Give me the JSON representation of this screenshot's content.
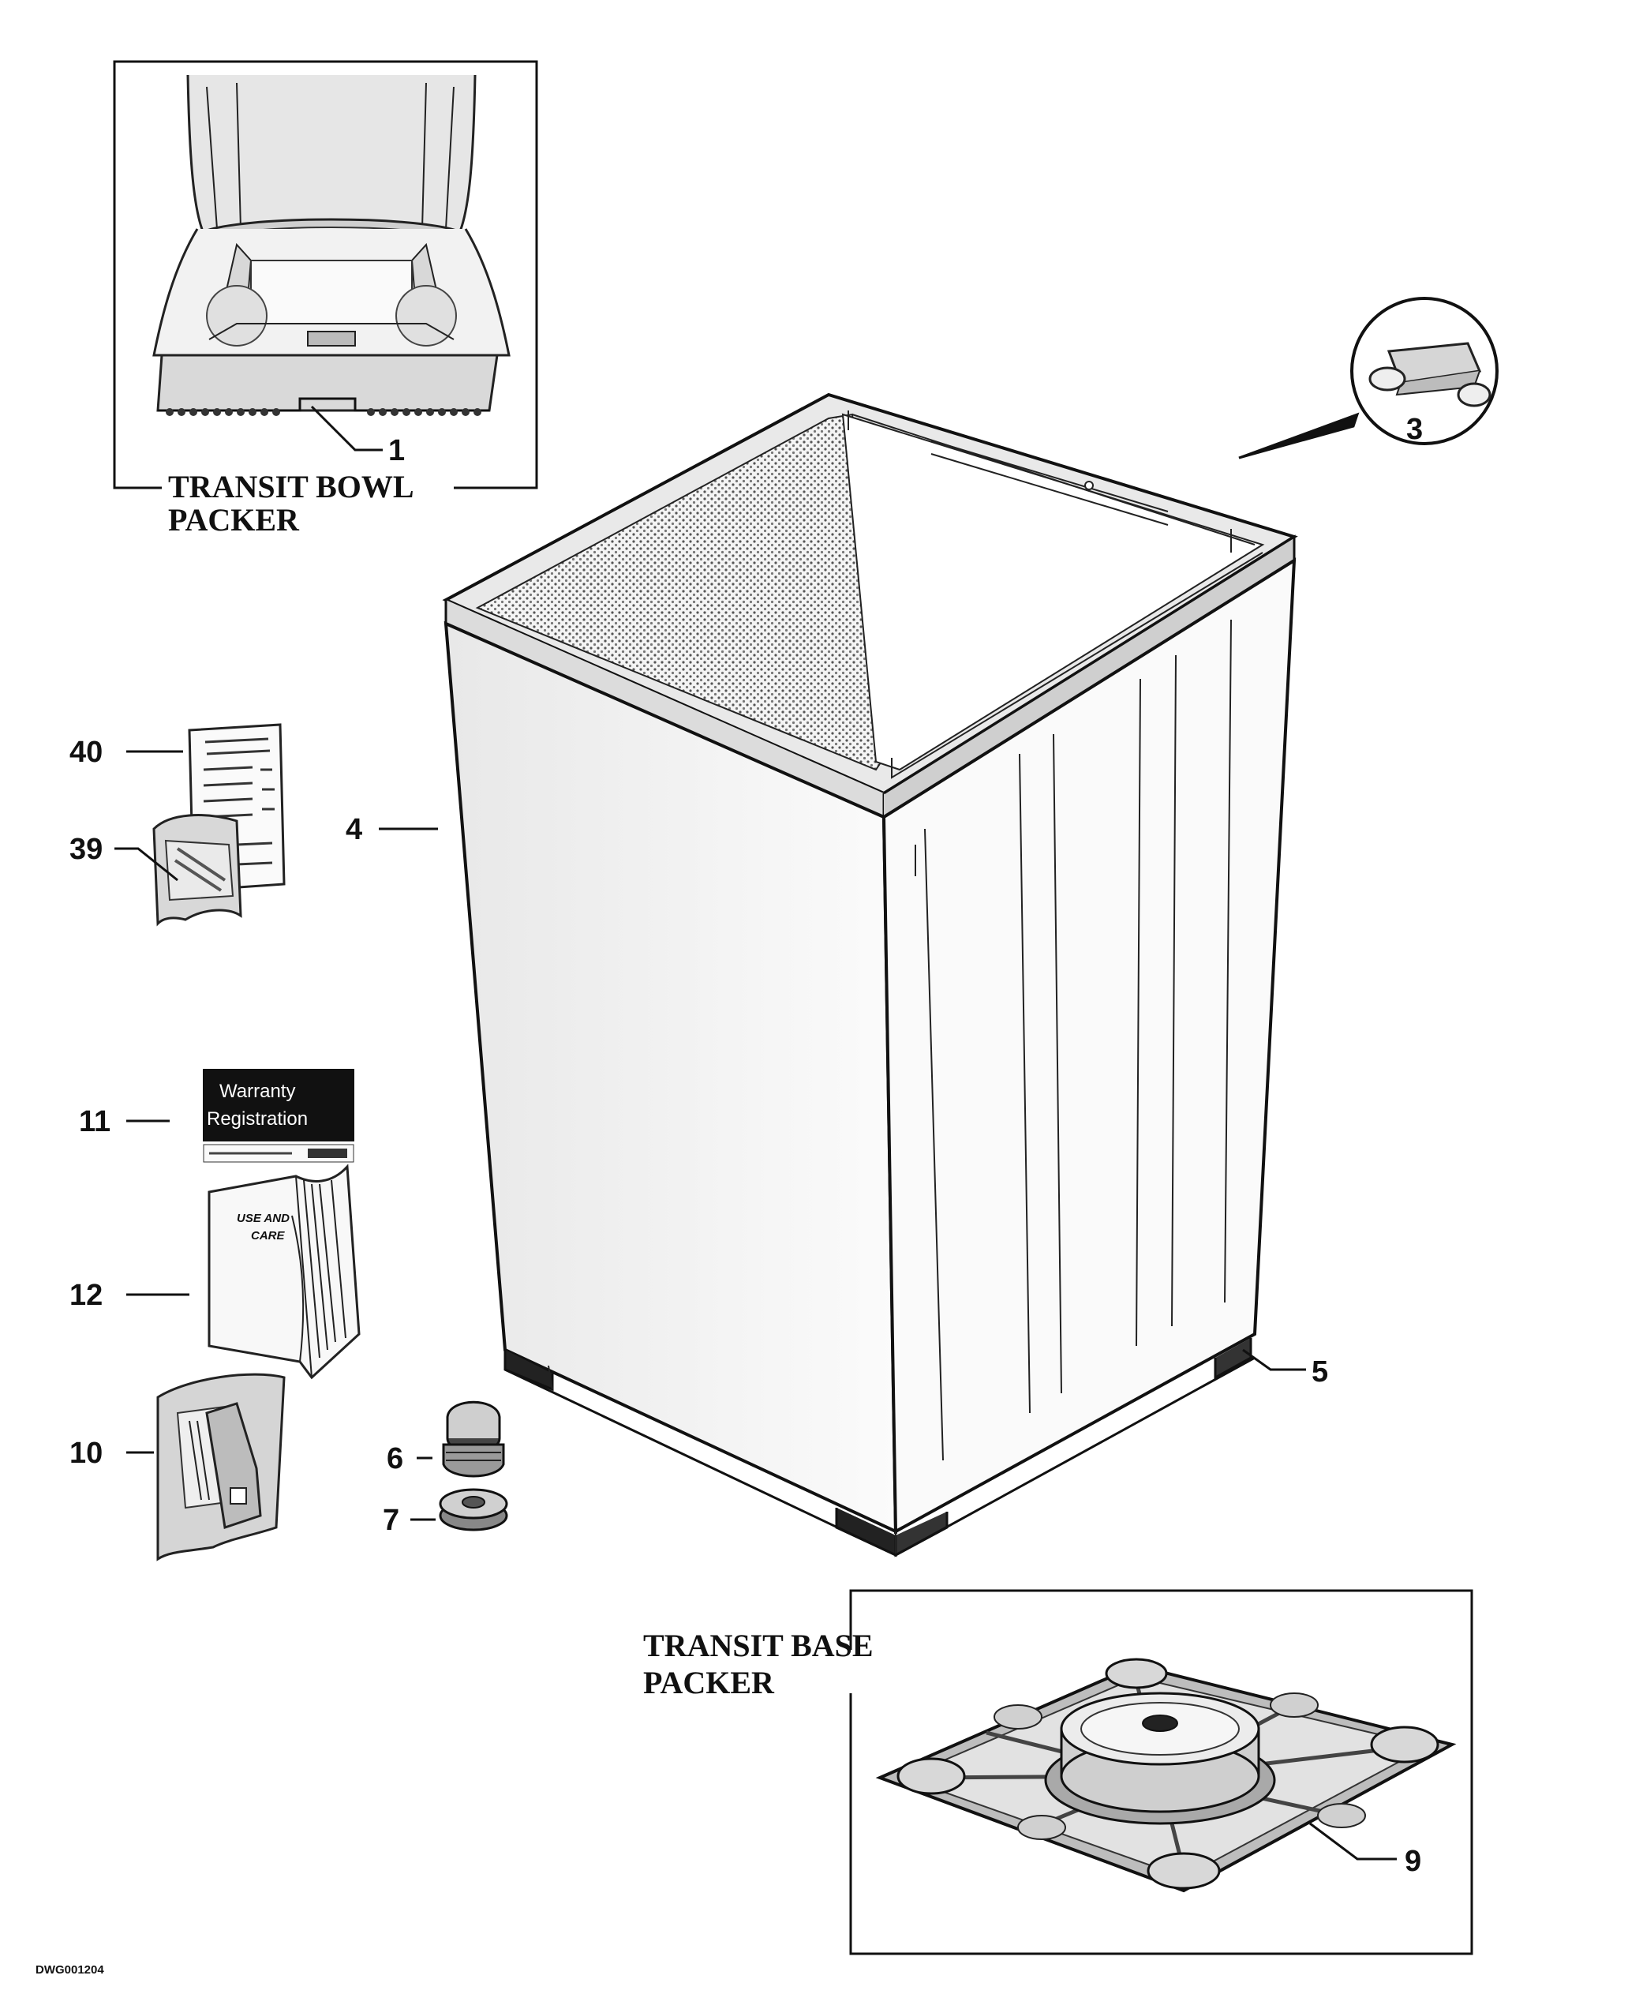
{
  "callouts": {
    "c1": "1",
    "c3": "3",
    "c4": "4",
    "c5": "5",
    "c6": "6",
    "c7": "7",
    "c9": "9",
    "c10": "10",
    "c11": "11",
    "c12": "12",
    "c39": "39",
    "c40": "40"
  },
  "captions": {
    "bowl_line1": "TRANSIT BOWL",
    "bowl_line2": "PACKER",
    "base_line1": "TRANSIT BASE",
    "base_line2": "PACKER"
  },
  "warranty_card": {
    "line1": "Warranty",
    "line2": "Registration"
  },
  "manual": {
    "line1": "USE AND",
    "line2": "CARE"
  },
  "drawing_code": "DWG001204"
}
